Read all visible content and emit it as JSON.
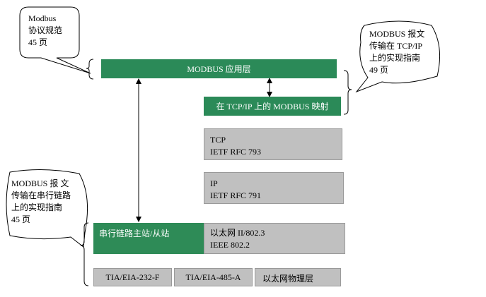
{
  "layers": {
    "modbus_app": "MODBUS 应用层",
    "tcpip_mapping": "在 TCP/IP 上的 MODBUS 映射",
    "tcp": [
      "TCP",
      "IETF RFC 793"
    ],
    "ip": [
      "IP",
      "IETF RFC 791"
    ],
    "serial_master_slave": "串行链路主站/从站",
    "ethernet": [
      "以太网 II/802.3",
      "IEEE 802.2"
    ],
    "tia232": "TIA/EIA-232-F",
    "tia485": "TIA/EIA-485-A",
    "ethernet_phy": "以太网物理层"
  },
  "callouts": {
    "protocol_spec": [
      "Modbus",
      "协议规范",
      "45 页"
    ],
    "tcpip_guide": [
      "MODBUS 报文",
      "传输在 TCP/IP",
      "上的实现指南",
      "49 页"
    ],
    "serial_guide": [
      "MODBUS  报 文",
      "传输在串行链路",
      "上的实现指南",
      "45 页"
    ]
  },
  "colors": {
    "green": "#2b8a58",
    "gray": "#c0c0c0"
  }
}
